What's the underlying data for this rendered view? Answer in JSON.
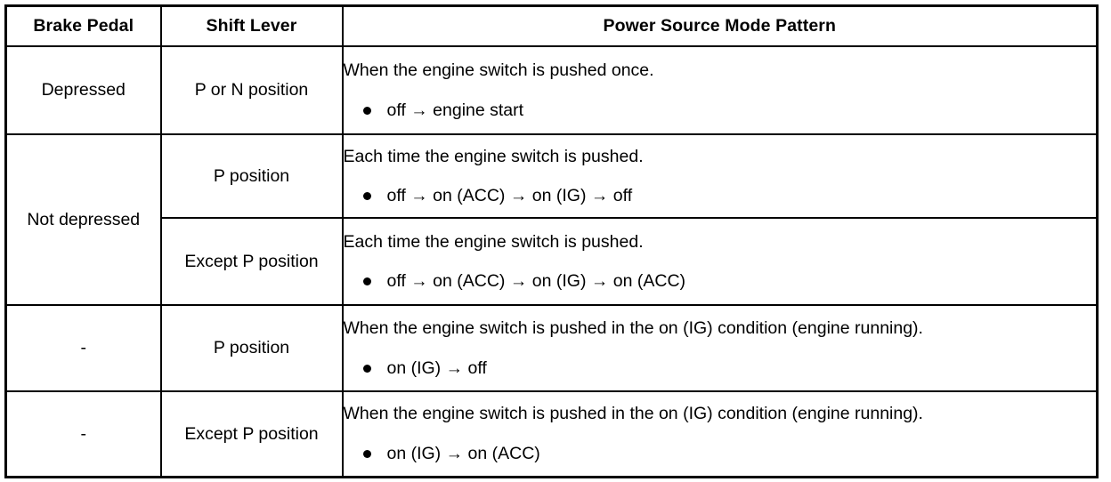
{
  "table": {
    "headers": [
      {
        "label": "Brake Pedal",
        "name": "header-brake-pedal"
      },
      {
        "label": "Shift Lever",
        "name": "header-shift-lever"
      },
      {
        "label": "Power Source Mode Pattern",
        "name": "header-power-source-mode-pattern"
      }
    ],
    "rows": [
      {
        "brake_pedal": "Depressed",
        "shift_lever": "P or N position",
        "pattern_heading": "When the engine switch is pushed once.",
        "pattern_items": [
          {
            "bullet": "●",
            "text": "off → engine start"
          }
        ]
      },
      {
        "brake_pedal": "Not depressed",
        "shift_lever": "P position",
        "pattern_heading": "Each time the engine switch is pushed.",
        "pattern_items": [
          {
            "bullet": "●",
            "text": "off → on (ACC) → on (IG) → off"
          }
        ]
      },
      {
        "brake_pedal": "",
        "shift_lever": "Except P position",
        "pattern_heading": "Each time the engine switch is pushed.",
        "pattern_items": [
          {
            "bullet": "●",
            "text": "off → on (ACC) → on (IG) → on (ACC)"
          }
        ]
      },
      {
        "brake_pedal": "-",
        "shift_lever": "P position",
        "pattern_heading": "When the engine switch is pushed in the on (IG) condition (engine running).",
        "pattern_items": [
          {
            "bullet": "●",
            "text": "on (IG) → off"
          }
        ]
      },
      {
        "brake_pedal": "-",
        "shift_lever": "Except P position",
        "pattern_heading": "When the engine switch is pushed in the on (IG) condition (engine running).",
        "pattern_items": [
          {
            "bullet": "●",
            "text": "on (IG) → on (ACC)"
          }
        ]
      }
    ]
  },
  "colors": {
    "border": "#000000",
    "background": "#ffffff",
    "text": "#000000"
  }
}
